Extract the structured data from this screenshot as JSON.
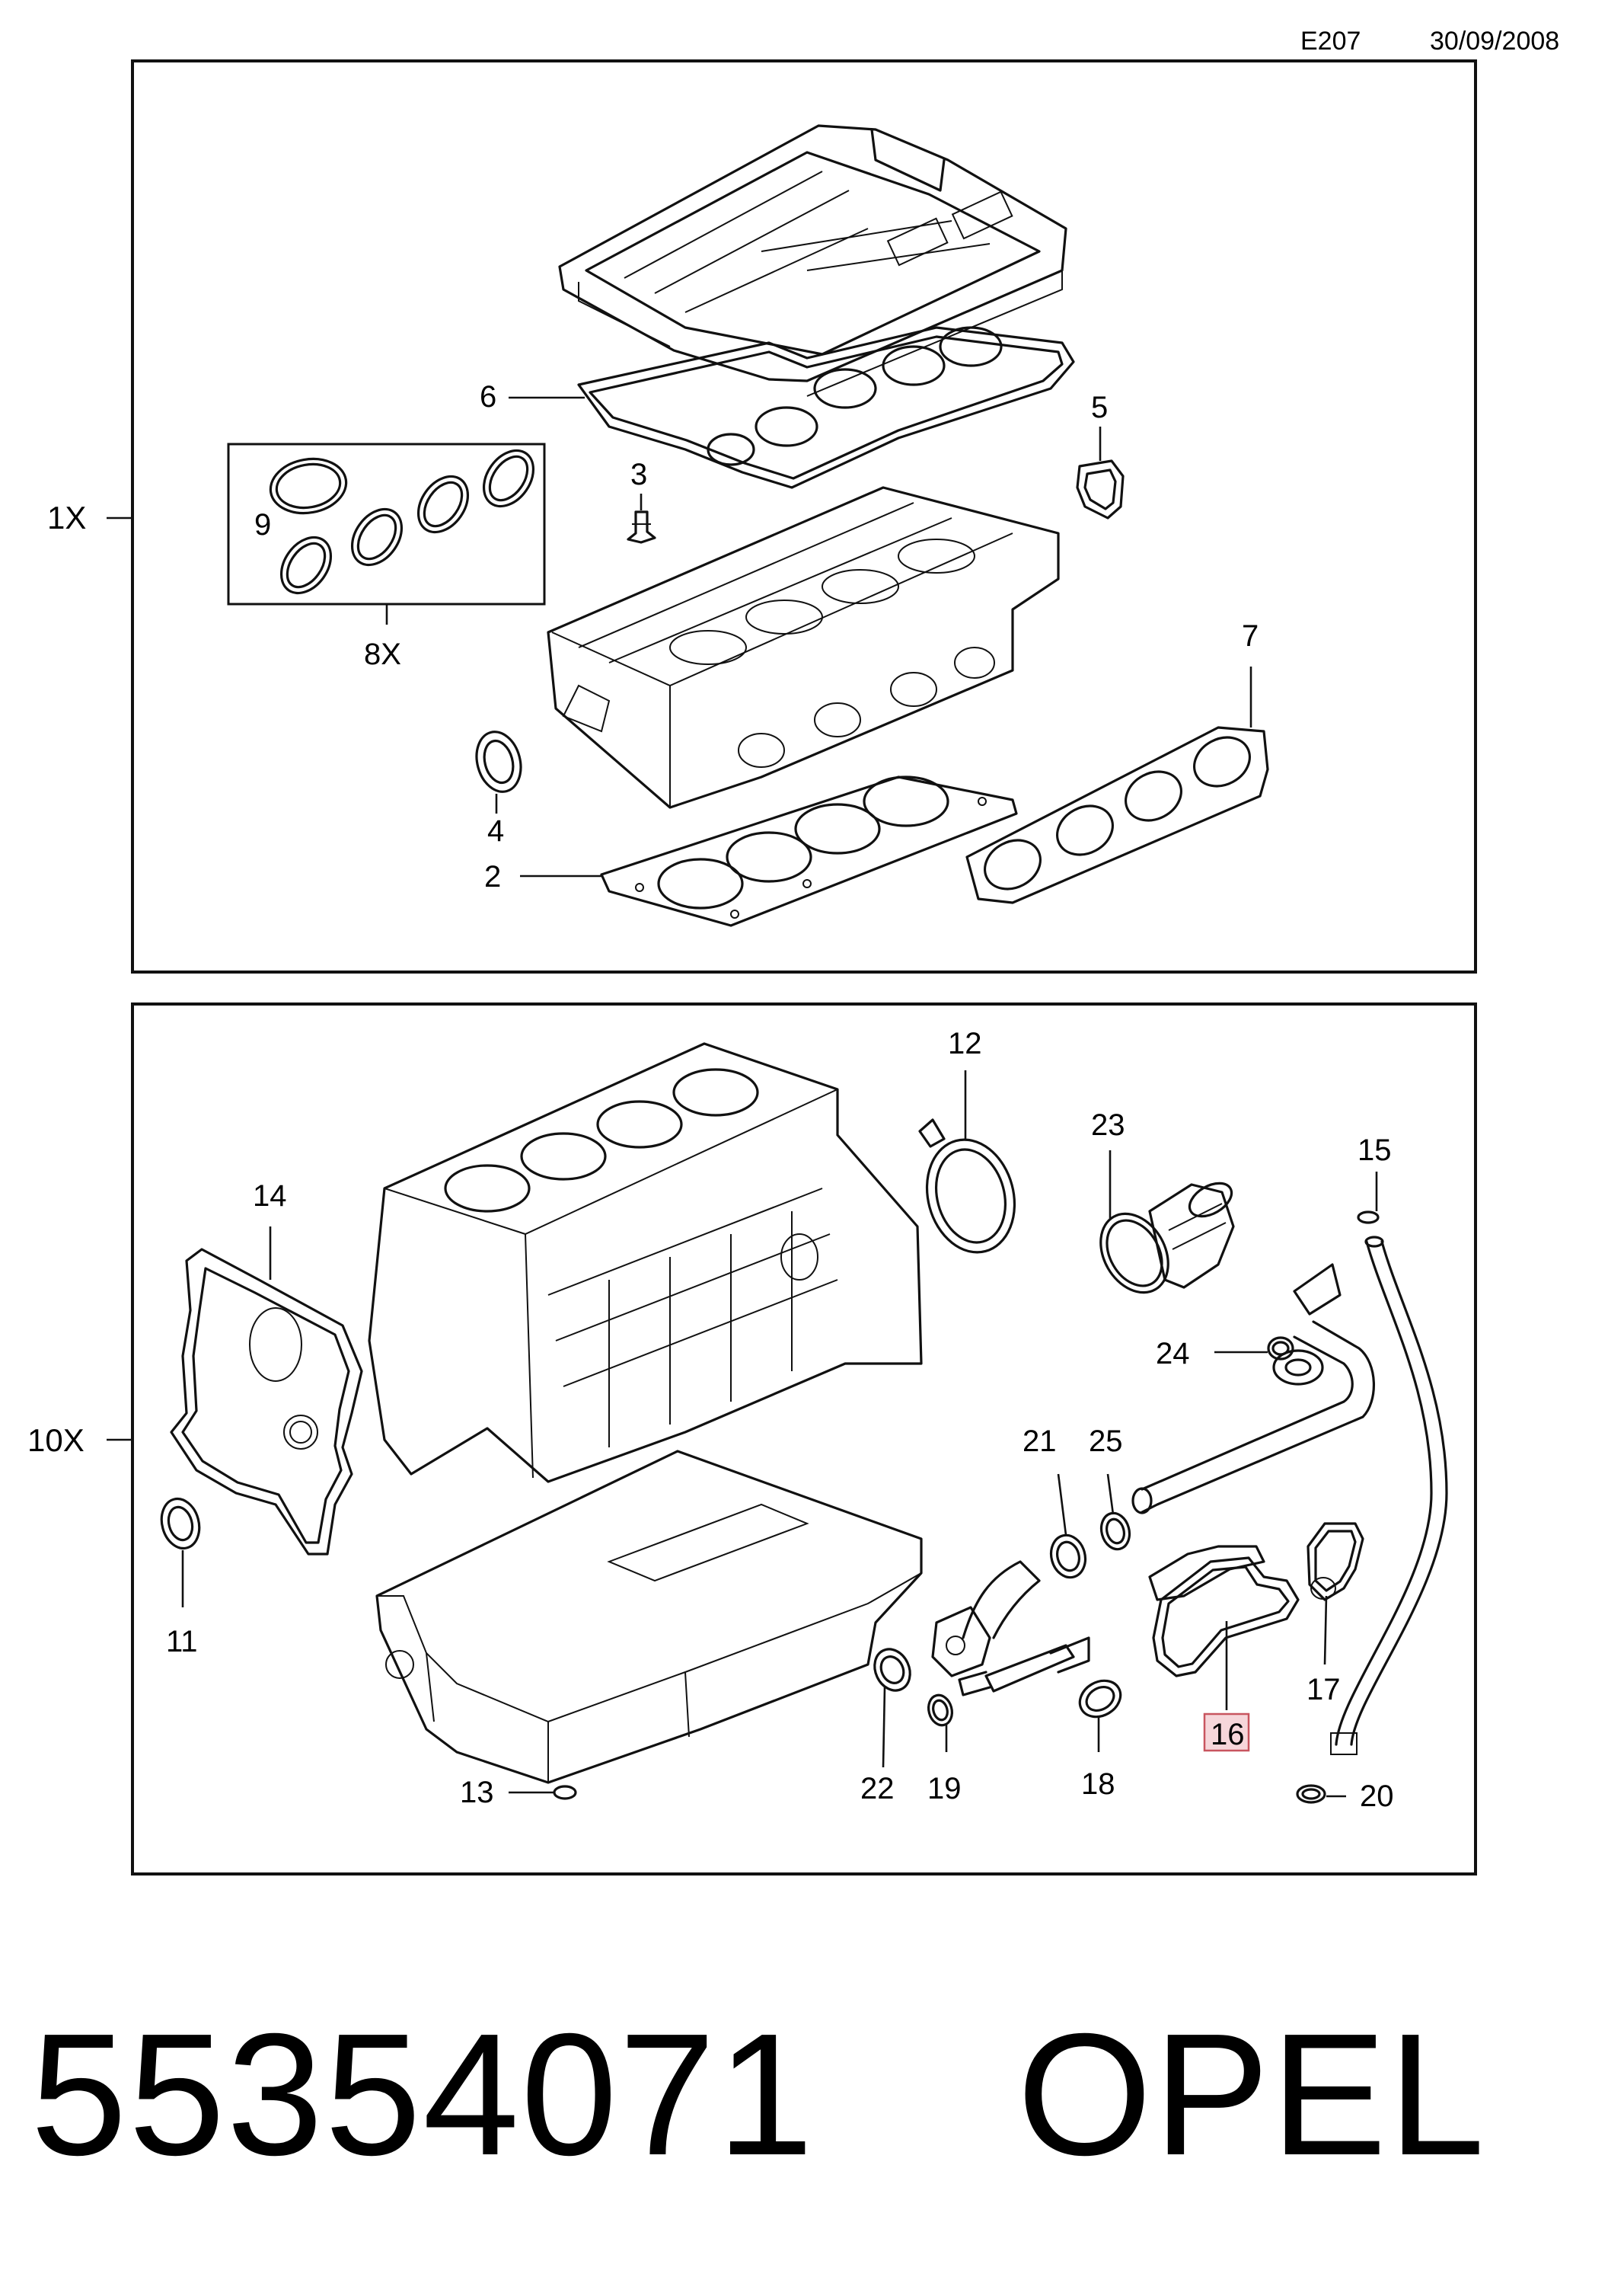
{
  "header": {
    "code": "E207",
    "date": "30/09/2008"
  },
  "groups": [
    {
      "id": "1X",
      "label": "1X"
    },
    {
      "id": "8X",
      "label": "8X"
    },
    {
      "id": "10X",
      "label": "10X"
    }
  ],
  "callouts": {
    "c2": "2",
    "c3": "3",
    "c4": "4",
    "c5": "5",
    "c6": "6",
    "c7": "7",
    "c9": "9",
    "c11": "11",
    "c12": "12",
    "c13": "13",
    "c14": "14",
    "c15": "15",
    "c16": "16",
    "c17": "17",
    "c18": "18",
    "c19": "19",
    "c20": "20",
    "c21": "21",
    "c22": "22",
    "c23": "23",
    "c24": "24",
    "c25": "25"
  },
  "highlighted_callout": "16",
  "footer": {
    "part_number": "55354071",
    "brand": "OPEL"
  }
}
